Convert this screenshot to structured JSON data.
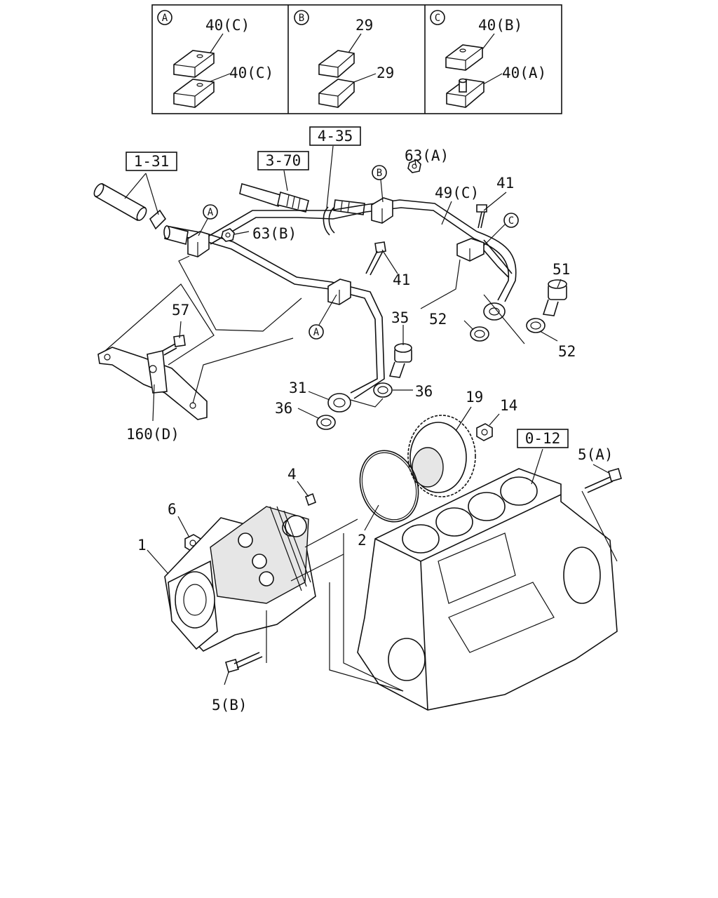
{
  "callout_boxes": {
    "a": {
      "marker": "A",
      "top": "40(C)",
      "bottom": "40(C)"
    },
    "b": {
      "marker": "B",
      "top": "29",
      "bottom": "29"
    },
    "c": {
      "marker": "C",
      "top": "40(B)",
      "bottom": "40(A)"
    }
  },
  "reference_boxes": [
    "1-31",
    "3-70",
    "4-35",
    "0-12"
  ],
  "circle_markers": [
    "A",
    "A",
    "A",
    "B",
    "C"
  ],
  "part_labels": {
    "p63a": "63(A)",
    "p63b": "63(B)",
    "p49c": "49(C)",
    "p41_top": "41",
    "p41_mid": "41",
    "p51": "51",
    "p52_left": "52",
    "p52_right": "52",
    "p35": "35",
    "p57": "57",
    "p31": "31",
    "p36_right": "36",
    "p36_left": "36",
    "p160d": "160(D)",
    "p19": "19",
    "p14": "14",
    "p5a": "5(A)",
    "p4": "4",
    "p6": "6",
    "p1": "1",
    "p2": "2",
    "p5b": "5(B)"
  }
}
